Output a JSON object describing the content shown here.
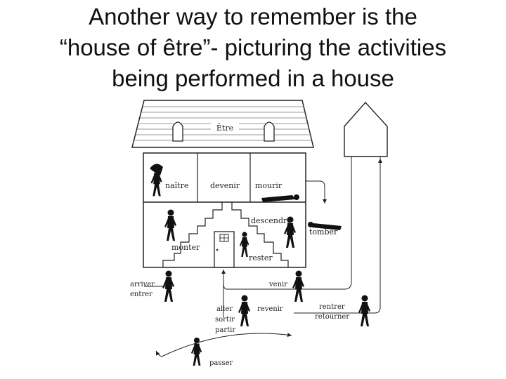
{
  "slide": {
    "title_lines": [
      "Another way to remember is the",
      "“house of être”- picturing the activities",
      "being performed in a house"
    ]
  },
  "diagram": {
    "roof_label": "Être",
    "rooms": {
      "naitre": "naître",
      "devenir": "devenir",
      "mourir": "mourir"
    },
    "verbs": {
      "descendre": "descendre",
      "tomber": "tomber",
      "monter": "monter",
      "rester": "rester",
      "arriver": "arriver",
      "entrer": "entrer",
      "venir": "venir",
      "aller": "aller",
      "sortir": "sortir",
      "partir": "partir",
      "revenir": "revenir",
      "rentrer": "rentrer",
      "retourner": "retourner",
      "passer": "passer"
    }
  }
}
